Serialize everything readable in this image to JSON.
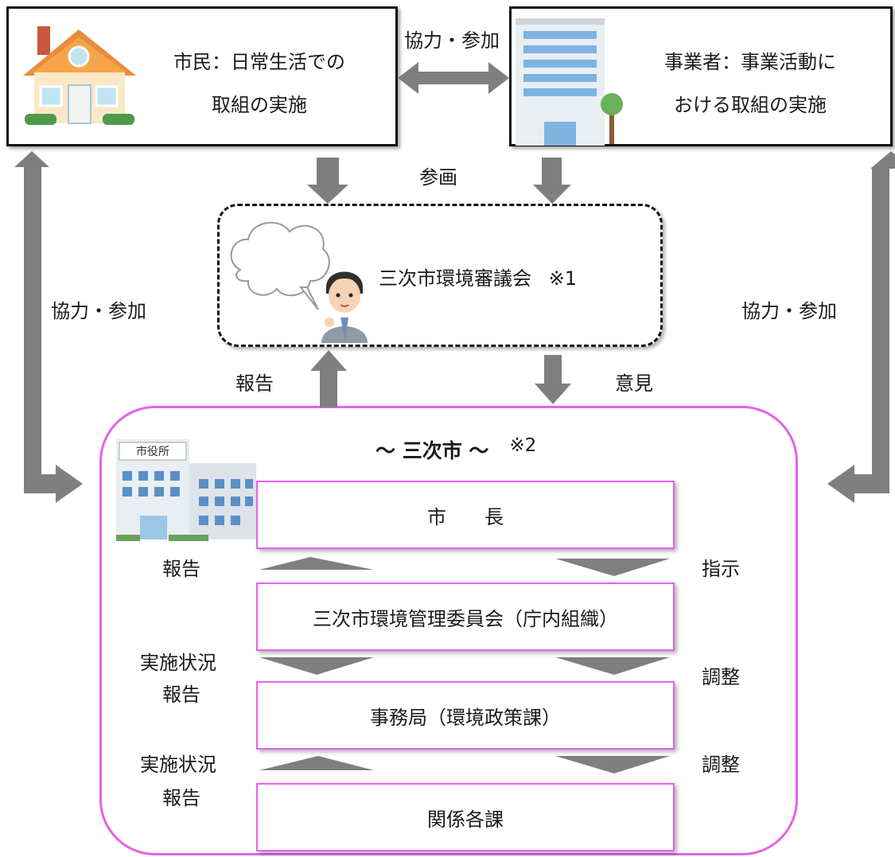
{
  "citizen": {
    "line1": "市民：日常生活での",
    "line2": "取組の実施"
  },
  "business": {
    "line1": "事業者：事業活動に",
    "line2": "おける取組の実施"
  },
  "labels": {
    "top_coop": "協力・参加",
    "planning": "参画",
    "left_coop": "協力・参加",
    "right_coop": "協力・参加",
    "report_up": "報告",
    "opinion": "意見",
    "report_left": "報告",
    "instruct": "指示",
    "status1_a": "実施状況",
    "status1_b": "報告",
    "adjust1": "調整",
    "status2_a": "実施状況",
    "status2_b": "報告",
    "adjust2": "調整"
  },
  "council": {
    "name": "三次市環境審議会",
    "note": "※1"
  },
  "city": {
    "title": "～ 三次市 ～",
    "note": "※2",
    "sign": "市役所",
    "mayor": "市　　長",
    "committee": "三次市環境管理委員会（庁内組織）",
    "secretariat": "事務局（環境政策課）",
    "departments": "関係各課"
  },
  "colors": {
    "arrow": "#7f7f7f",
    "pink": "#e463e8",
    "border": "#111111"
  }
}
